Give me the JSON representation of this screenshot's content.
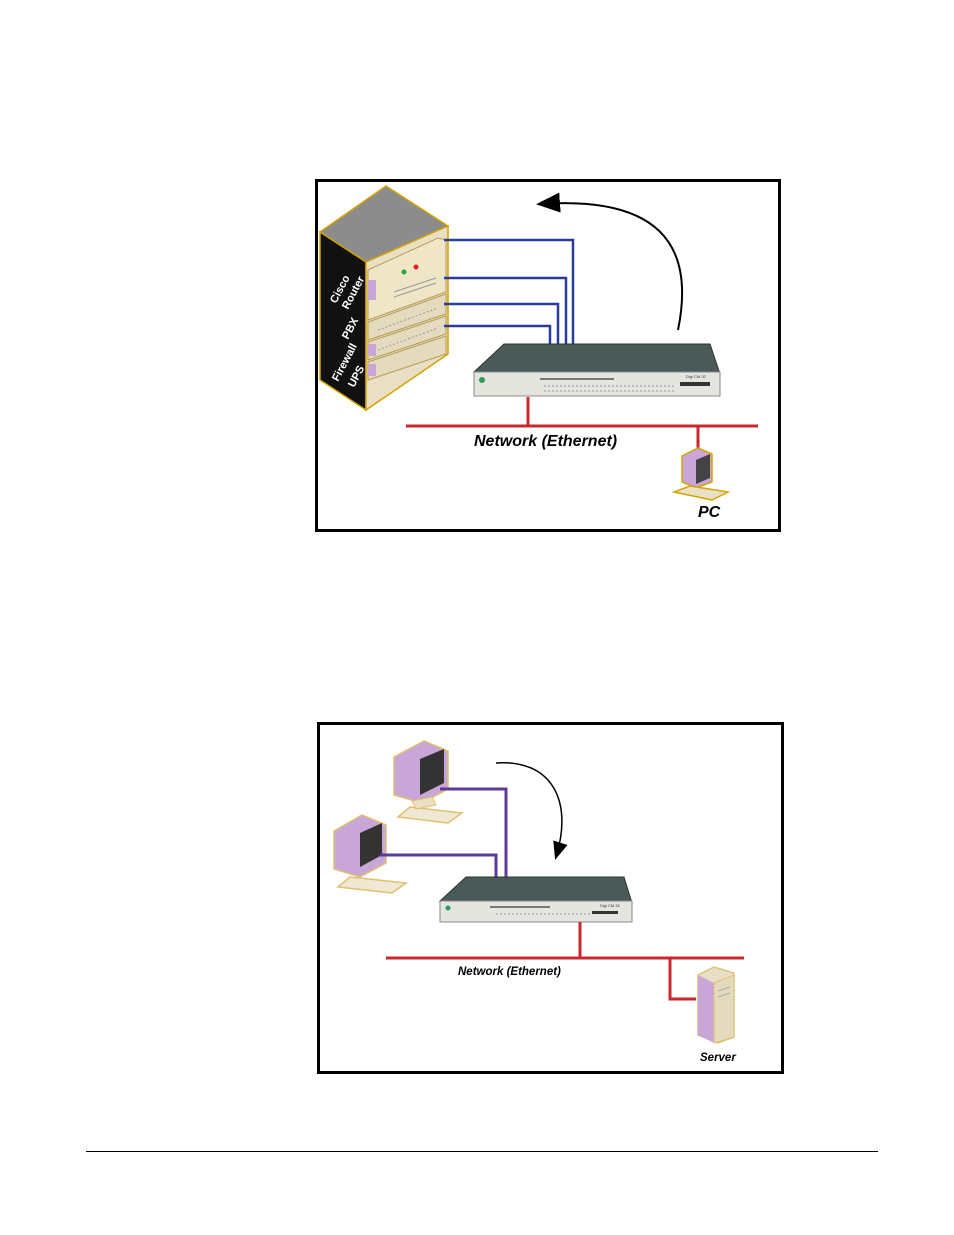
{
  "figure1": {
    "rack_labels": [
      "Cisco Router",
      "PBX",
      "Firewall",
      "UPS"
    ],
    "rack_labels_lines": {
      "cisco": "Cisco",
      "router": "Router",
      "pbx": "PBX",
      "firewall": "Firewall",
      "ups": "UPS"
    },
    "device_label": "Digi CM 32",
    "network_label": "Network (Ethernet)",
    "pc_label": "PC",
    "colors": {
      "serial_cable": "#2b3d9b",
      "ethernet": "#c8282e",
      "device": "#4a5a56",
      "rack_top": "#8e8e8e",
      "pc": "#c9a6d8"
    }
  },
  "figure2": {
    "device_label": "Digi CM 32",
    "network_label": "Network (Ethernet)",
    "server_label": "Server",
    "colors": {
      "serial_cable": "#5a3b9a",
      "ethernet": "#c8282e",
      "device": "#4a5a56"
    }
  }
}
